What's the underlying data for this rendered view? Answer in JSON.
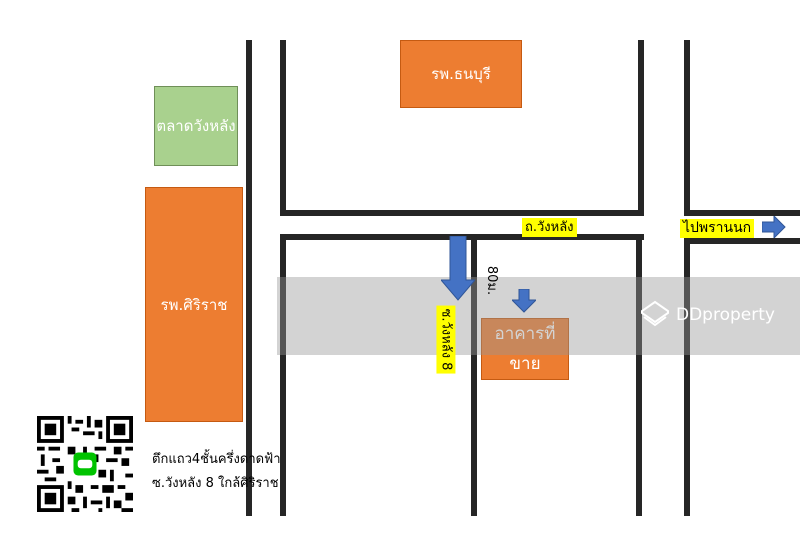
{
  "places": {
    "talad_wang_lang": "ตลาดวังหลัง",
    "thonburi_hospital": "รพ.ธนบุรี",
    "siriraj_hospital": "รพ.ศิริราช",
    "property": "อาคารที่ขาย"
  },
  "roads": {
    "wang_lang_road": "ถ.วังหลัง",
    "to_prannok": "ไปพรานนก",
    "soi_wang_lang_8": "ซ.วังหลัง 8",
    "distance": "80ม."
  },
  "caption": {
    "line1": "ตึกแถว4ชั้นครึ่งดาดฟ้า",
    "line2": "ซ.วังหลัง 8  ใกล้ศิริราช"
  },
  "watermark": {
    "brand": "DDproperty"
  },
  "colors": {
    "orange": "#ed7d31",
    "green": "#a9d18e",
    "road": "#262626",
    "arrow": "#4472c4",
    "label": "#ffff00"
  }
}
